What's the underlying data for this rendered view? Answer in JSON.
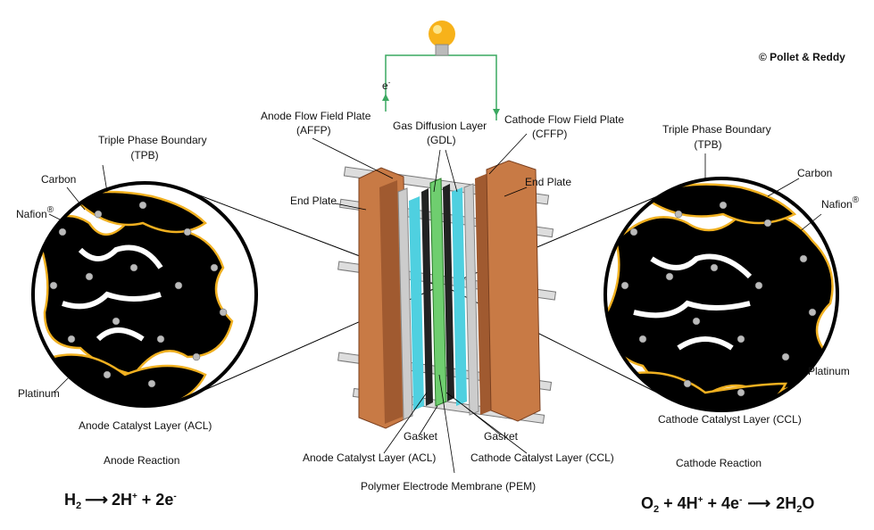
{
  "copyright": "© Pollet & Reddy",
  "electron": {
    "e": "e",
    "sup": "-"
  },
  "labels": {
    "afpp_1": "Anode Flow Field Plate",
    "afpp_2": "(AFFP)",
    "gdl_1": "Gas Diffusion Layer",
    "gdl_2": "(GDL)",
    "cffp_1": "Cathode Flow Field Plate",
    "cffp_2": "(CFFP)",
    "end_plate_left": "End Plate",
    "end_plate_right": "End Plate",
    "tpb_left_1": "Triple Phase Boundary",
    "tpb_left_2": "(TPB)",
    "tpb_right_1": "Triple Phase Boundary",
    "tpb_right_2": "(TPB)",
    "carbon_left": "Carbon",
    "carbon_right": "Carbon",
    "nafion_left": "Nafion",
    "nafion_right": "Nafion",
    "registered": "®",
    "platinum_left": "Platinum",
    "platinum_right": "Platinum",
    "acl_left": "Anode Catalyst Layer (ACL)",
    "ccl_right": "Cathode Catalyst Layer (CCL)",
    "gasket_left": "Gasket",
    "gasket_right": "Gasket",
    "acl_center": "Anode Catalyst Layer (ACL)",
    "ccl_center": "Cathode Catalyst Layer  (CCL)",
    "pem": "Polymer Electrode Membrane (PEM)",
    "anode_reaction": "Anode Reaction",
    "cathode_reaction": "Cathode Reaction"
  },
  "equations": {
    "anode": {
      "h": "H",
      "h_sub": "2",
      "arrow": "⟶",
      "p1": "2H",
      "p1_sup": "+",
      "plus": " +  2e",
      "e_sup": "-"
    },
    "cathode": {
      "o": "O",
      "o_sub": "2",
      "mid": " + 4H",
      "h_sup": "+",
      "mid2": " + 4e",
      "e_sup": "-",
      "arrow": "⟶",
      "prod": "2H",
      "prod_sub": "2",
      "prod_end": "O"
    }
  },
  "colors": {
    "copper": "#c87a45",
    "wire": "#3aa860",
    "nafion": "#f0b020",
    "gdl": "#6fce6f",
    "cyan": "#4fd0e0"
  }
}
